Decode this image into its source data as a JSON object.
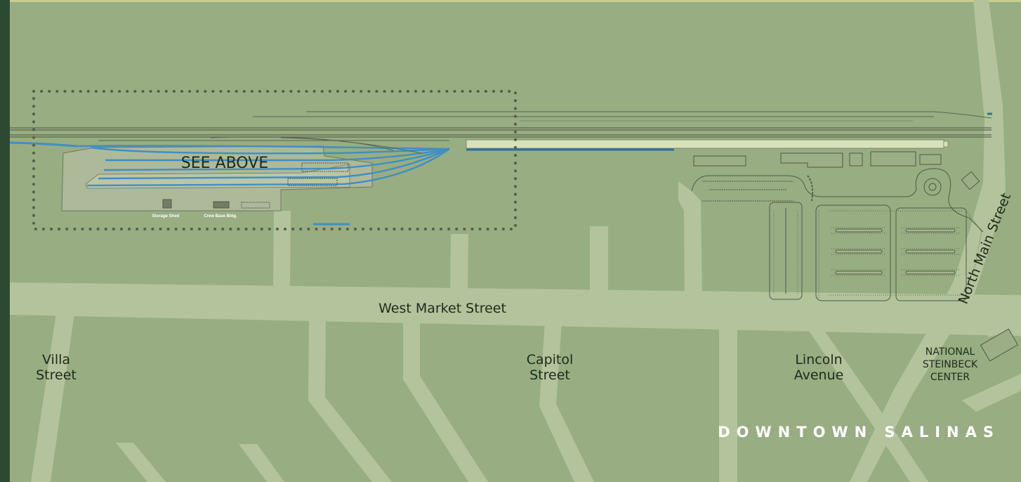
{
  "map": {
    "inset_label": "SEE ABOVE",
    "title": "DOWNTOWN SALINAS",
    "facilities": {
      "storage_shed": "Storage Shed",
      "crew_base": "Crew Base Bldg."
    },
    "streets": {
      "west_market": "West Market Street",
      "north_main": "North Main Street",
      "villa": [
        "Villa",
        "Street"
      ],
      "capitol": [
        "Capitol",
        "Street"
      ],
      "lincoln": [
        "Lincoln",
        "Avenue"
      ]
    },
    "landmark": [
      "NATIONAL",
      "STEINBECK",
      "CENTER"
    ]
  },
  "colors": {
    "background": "#98ad82",
    "road": "#b3c49c",
    "sidebar": "#2c4a31",
    "rail_blue": "#3f8fc4",
    "platform": "#d9e1bb",
    "facility": "#aeb99a"
  }
}
